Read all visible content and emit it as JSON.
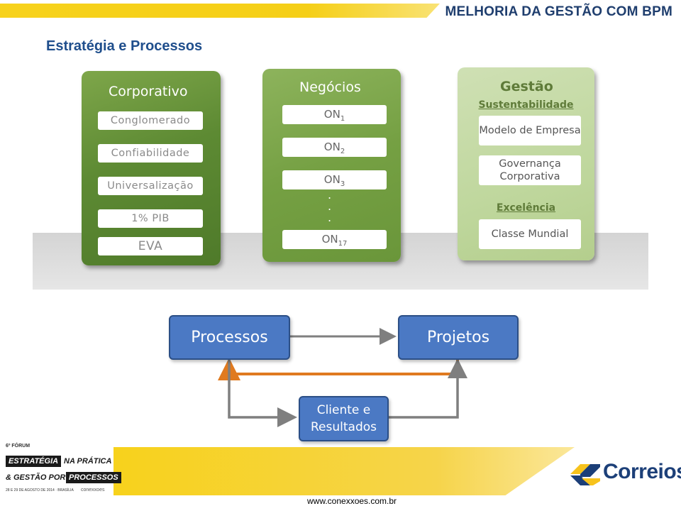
{
  "header": {
    "title": "MELHORIA DA GESTÃO COM BPM",
    "subtitle": "Estratégia e Processos"
  },
  "panels": {
    "corporativo": {
      "title": "Corporativo",
      "items": [
        "Conglomerado",
        "Confiabilidade",
        "Universalização",
        "1% PIB",
        "EVA"
      ]
    },
    "negocios": {
      "title": "Negócios",
      "items": [
        {
          "label": "ON",
          "sub": "1"
        },
        {
          "label": "ON",
          "sub": "2"
        },
        {
          "label": "ON",
          "sub": "3"
        },
        {
          "label": "ON",
          "sub": "17"
        }
      ],
      "dots": "."
    },
    "gestao": {
      "title": "Gestão",
      "heading1": "Sustentabilidade",
      "box1": "Modelo de Empresa",
      "box2": "Governança Corporativa",
      "heading2": "Excelência",
      "box3": "Classe Mundial"
    }
  },
  "flow": {
    "processos": "Processos",
    "projetos": "Projetos",
    "cliente": "Cliente e Resultados"
  },
  "footer": {
    "url": "www.conexxoes.com.br",
    "forum_line1": "6º FÓRUM",
    "forum_tag1": "ESTRATÉGIA",
    "forum_tag2": "NA PRÁTICA",
    "forum_tag3": "& GESTÃO POR",
    "forum_tag4": "PROCESSOS",
    "forum_dates": "28 E 29 DE AGOSTO DE 2014 · BRASÍLIA",
    "forum_org": "conexxoes",
    "logo_text": "Correios"
  },
  "colors": {
    "brand_yellow": "#f7d21c",
    "brand_blue": "#1c3f78",
    "process_blue": "#4b79c4",
    "arrow_orange": "#e07a1f",
    "arrow_gray": "#7f7f7f"
  }
}
